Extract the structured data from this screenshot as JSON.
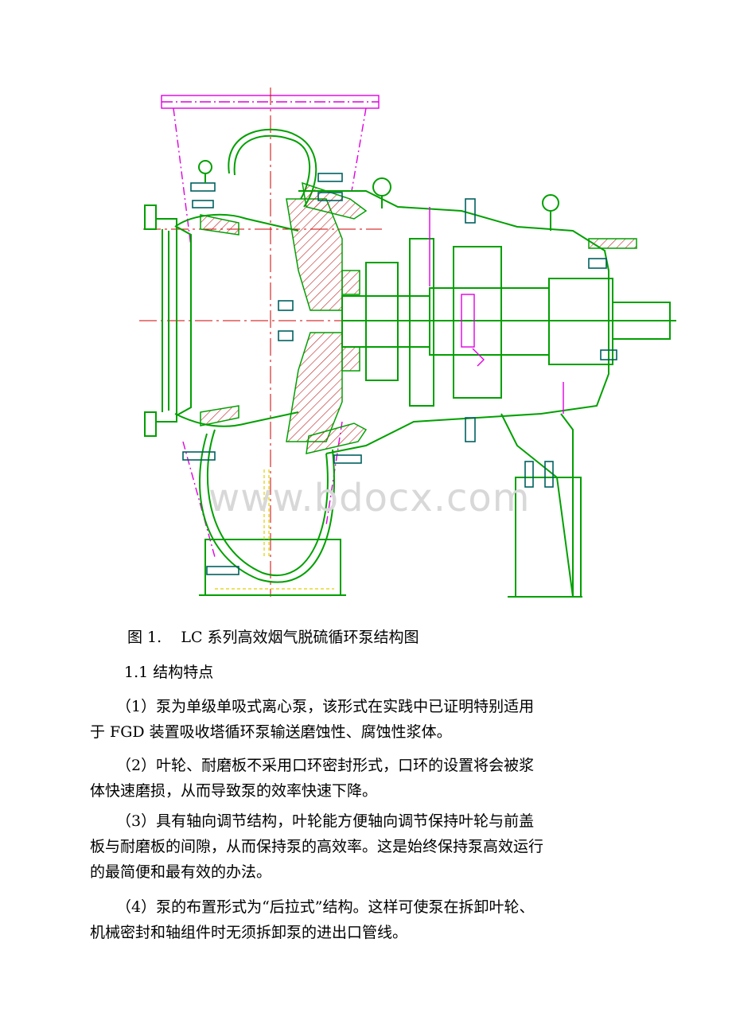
{
  "figure": {
    "caption": "图 1.    LC 系列高效烟气脱硫循环泵结构图",
    "watermark": "www.bdocx.com"
  },
  "section": {
    "heading": "1.1 结构特点"
  },
  "paragraphs": [
    {
      "line1": "（1）泵为单级单吸式离心泵，该形式在实践中已证明特别适用",
      "line2": "于 FGD 装置吸收塔循环泵输送磨蚀性、腐蚀性浆体。"
    },
    {
      "line1": "（2）叶轮、耐磨板不采用口环密封形式，口环的设置将会被浆",
      "line2": "体快速磨损，从而导致泵的效率快速下降。"
    },
    {
      "line1": "（3）具有轴向调节结构，叶轮能方便轴向调节保持叶轮与前盖",
      "line2": "板与耐磨板的间隙，从而保持泵的高效率。这是始终保持泵高效运行",
      "line3": "的最简便和最有效的办法。"
    },
    {
      "line1": "（4）泵的布置形式为“后拉式”结构。这样可使泵在拆卸叶轮、",
      "line2": "机械密封和轴组件时无须拆卸泵的进出口管线。"
    }
  ],
  "colors": {
    "outline": "#00a000",
    "hatch": "#c02020",
    "centerline": "#d00000",
    "phantom": "#e000e0",
    "fastener": "#006060",
    "aux": "#e0d000"
  }
}
